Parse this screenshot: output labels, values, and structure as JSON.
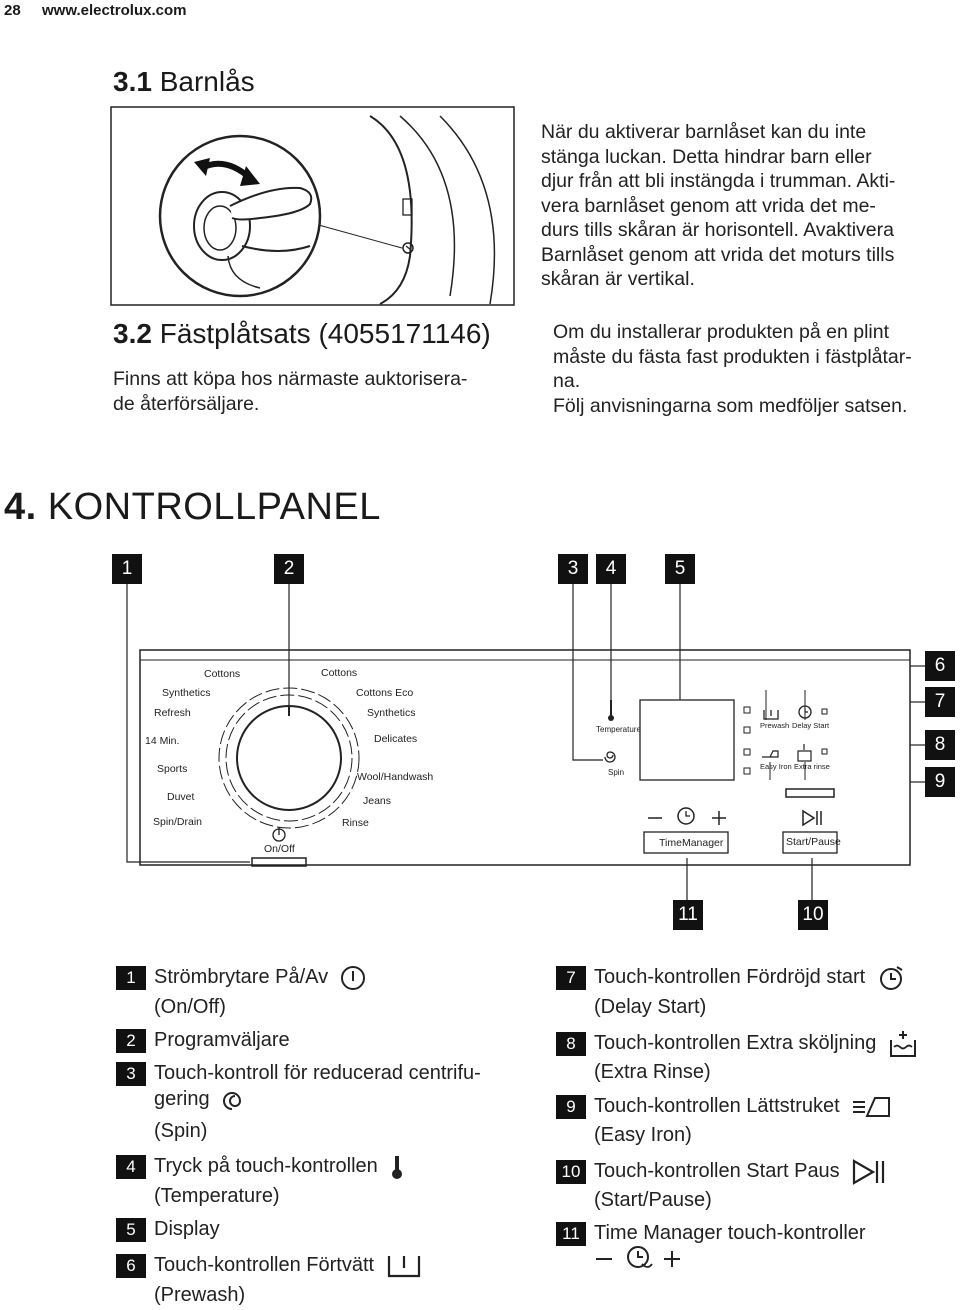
{
  "header": {
    "page_number": "28",
    "site": "www.electrolux.com"
  },
  "section_3_1": {
    "number": "3.1",
    "title": "Barnlås",
    "lines": [
      "När du aktiverar barnlåset kan du inte",
      "stänga luckan. Detta hindrar barn eller",
      "djur från att bli instängda i trumman. Akti-",
      "vera barnlåset genom att vrida det me-",
      "durs tills skåran är horisontell. Avaktivera",
      "Barnlåset genom att vrida det moturs tills",
      "skåran är vertikal."
    ]
  },
  "section_3_2": {
    "number": "3.2",
    "title": "Fästplåtsats (4055171146)",
    "left_lines": [
      "Finns att köpa hos närmaste auktorisera-",
      "de återförsäljare."
    ],
    "right_lines": [
      "Om du installerar produkten på en plint",
      "måste du fästa fast produkten i fästplåtar-",
      "na.",
      "Följ anvisningarna som medföljer satsen."
    ]
  },
  "section_4": {
    "number": "4.",
    "title": "KONTROLLPANEL"
  },
  "callouts": [
    "1",
    "2",
    "3",
    "4",
    "5",
    "6",
    "7",
    "8",
    "9",
    "10",
    "11"
  ],
  "panel": {
    "programs_left": [
      "Cottons",
      "Synthetics",
      "Refresh",
      "14 Min.",
      "Sports",
      "Duvet",
      "Spin/Drain"
    ],
    "programs_right": [
      "Cottons",
      "Cottons Eco",
      "Synthetics",
      "Delicates",
      "Wool/Handwash",
      "Jeans",
      "Rinse"
    ],
    "on_off": "On/Off",
    "temperature": "Temperature",
    "spin": "Spin",
    "prewash": "Prewash",
    "delay_start": "Delay Start",
    "easy_iron": "Easy Iron",
    "extra_rinse": "Extra rinse",
    "time_manager": "TimeManager",
    "start_pause": "Start/Pause"
  },
  "legend_left": [
    {
      "num": "1",
      "text": "Strömbrytare På/Av",
      "sub": "(On/Off)"
    },
    {
      "num": "2",
      "text": "Programväljare",
      "sub": ""
    },
    {
      "num": "3",
      "text": "Touch-kontroll för reducerad centrifu-",
      "sub": "gering",
      "sub2": "(Spin)"
    },
    {
      "num": "4",
      "text": "Tryck på touch-kontrollen",
      "sub": "(Temperature)"
    },
    {
      "num": "5",
      "text": "Display",
      "sub": ""
    },
    {
      "num": "6",
      "text": "Touch-kontrollen Förtvätt",
      "sub": "(Prewash)"
    }
  ],
  "legend_right": [
    {
      "num": "7",
      "text": "Touch-kontrollen Fördröjd start",
      "sub": "(Delay Start)"
    },
    {
      "num": "8",
      "text": "Touch-kontrollen Extra sköljning",
      "sub": "(Extra Rinse)"
    },
    {
      "num": "9",
      "text": "Touch-kontrollen Lättstruket",
      "sub": "(Easy Iron)"
    },
    {
      "num": "10",
      "text": "Touch-kontrollen Start Paus",
      "sub": "(Start/Pause)"
    },
    {
      "num": "11",
      "text": "Time Manager touch-kontroller",
      "sub": ""
    }
  ]
}
